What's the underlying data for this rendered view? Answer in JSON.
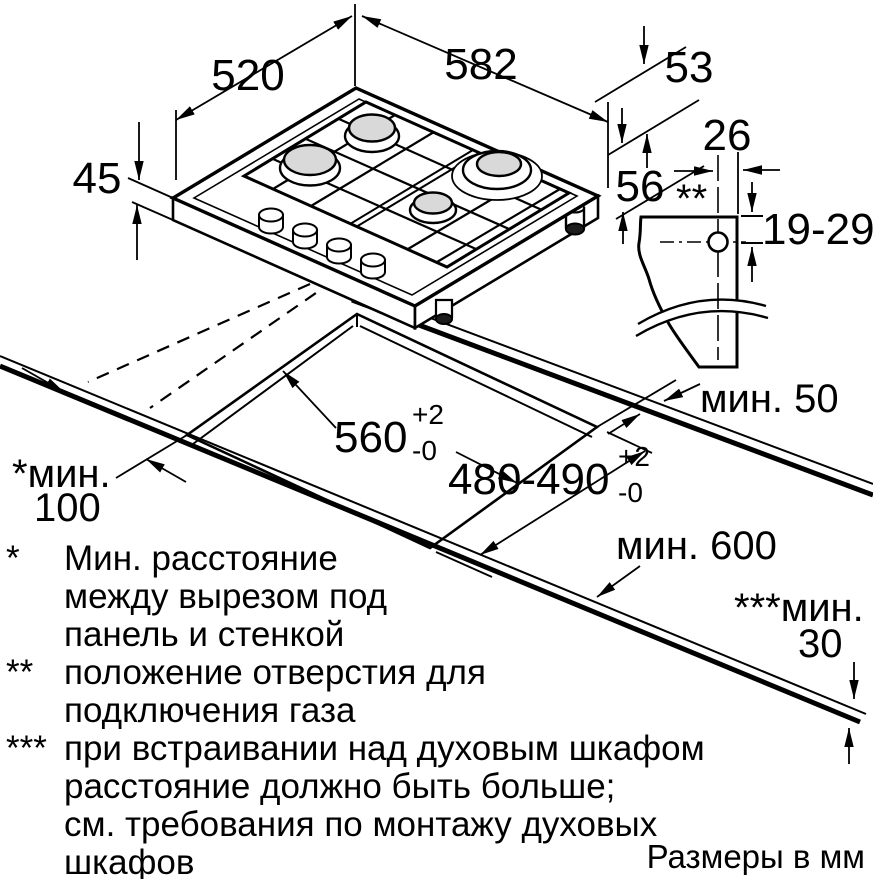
{
  "dims": {
    "top_depth": "520",
    "top_width": "582",
    "edge53": "53",
    "height45": "45",
    "height56": "56",
    "gas26": "26",
    "gas_marker": "**",
    "gas_range": "19-29",
    "cutout_w": "560",
    "cutout_d": "480-490",
    "tol_p": "+2",
    "tol_m": "-0"
  },
  "labels": {
    "min50": "мин. 50",
    "min100_p": "*мин.",
    "min100_v": "100",
    "min600": "мин. 600",
    "min30_p": "***мин.",
    "min30_v": "30"
  },
  "footnotes": [
    {
      "marker": "*",
      "text": "Мин. расстояние"
    },
    {
      "marker": "",
      "text": "между вырезом под"
    },
    {
      "marker": "",
      "text": "панель и стенкой"
    },
    {
      "marker": "**",
      "text": "положение отверстия для"
    },
    {
      "marker": "",
      "text": "подключения газа"
    },
    {
      "marker": "***",
      "text": "при встраивании над духовым шкафом"
    },
    {
      "marker": "",
      "text": "расстояние должно быть больше;"
    },
    {
      "marker": "",
      "text": "см. требования по монтажу духовых"
    },
    {
      "marker": "",
      "text": "шкафов"
    }
  ],
  "units_note": "Размеры в мм",
  "colors": {
    "ink": "#000000",
    "burner_fill": "#d9d9d9",
    "leg_fill": "#1c1c1c",
    "background": "#ffffff"
  }
}
